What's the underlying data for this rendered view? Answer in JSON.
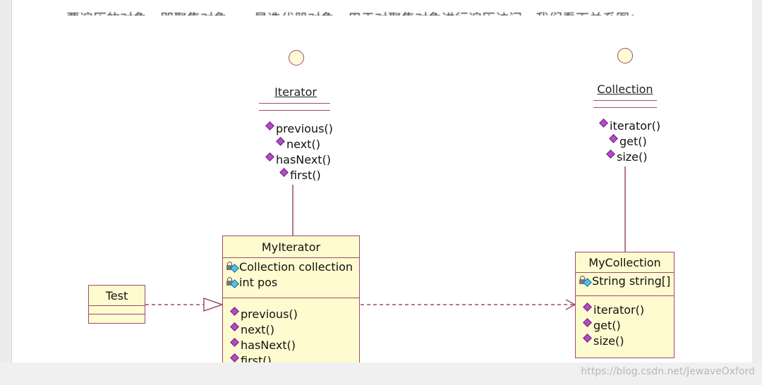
{
  "page": {
    "top_text": "要遍历的对象，即聚集对象，一是迭代器对象，用于对聚集对象进行遍历访问。我们看下关系图：",
    "watermark": "https://blog.csdn.net/JewaveOxford"
  },
  "interfaces": {
    "iterator": {
      "name": "Iterator",
      "ops": [
        "previous()",
        "next()",
        "hasNext()",
        "first()"
      ]
    },
    "collection": {
      "name": "Collection",
      "ops": [
        "iterator()",
        "get()",
        "size()"
      ]
    }
  },
  "classes": {
    "my_iterator": {
      "name": "MyIterator",
      "attrs": [
        "Collection collection",
        "int pos"
      ],
      "ops": [
        "previous()",
        "next()",
        "hasNext()",
        "first()"
      ]
    },
    "my_collection": {
      "name": "MyCollection",
      "attrs": [
        "String string[]"
      ],
      "ops": [
        "iterator()",
        "get()",
        "size()"
      ]
    },
    "test": {
      "name": "Test"
    }
  },
  "colors": {
    "class_fill": "#fffbd0",
    "class_border": "#9b4d6b",
    "operation_icon": "#b24cc4",
    "attribute_icon": "#4fc3e6"
  }
}
